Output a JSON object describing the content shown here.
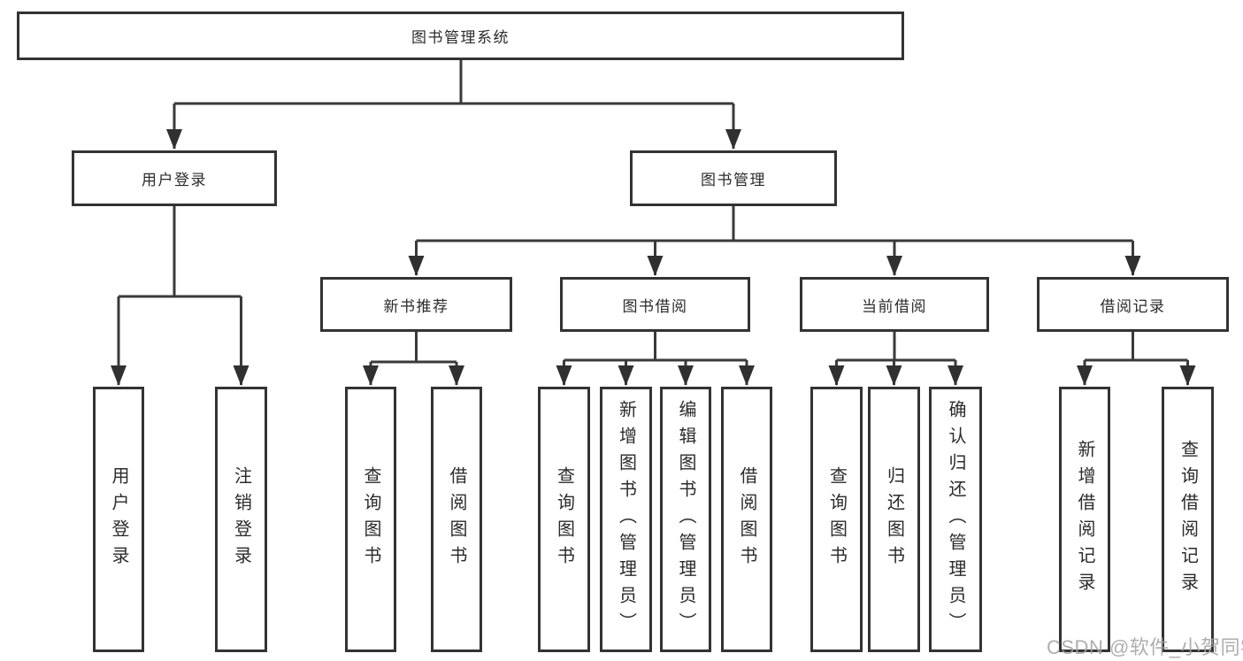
{
  "diagram_title": "图书管理系统",
  "watermark": "CSDN @软件_小贺同学",
  "colors": {
    "background": "#ffffff",
    "box_border": "#333333",
    "line": "#3a3a3a",
    "arrowhead": "#303030",
    "text": "#2b2b2b",
    "watermark": "#a3a3a3"
  },
  "tree": {
    "label": "图书管理系统",
    "children": [
      {
        "label": "用户登录",
        "children": [
          {
            "label": "用户登录"
          },
          {
            "label": "注销登录"
          }
        ]
      },
      {
        "label": "图书管理",
        "children": [
          {
            "label": "新书推荐",
            "children": [
              {
                "label": "查询图书"
              },
              {
                "label": "借阅图书"
              }
            ]
          },
          {
            "label": "图书借阅",
            "children": [
              {
                "label": "查询图书"
              },
              {
                "label": "新增图书（管理员）"
              },
              {
                "label": "编辑图书（管理员）"
              },
              {
                "label": "借阅图书"
              }
            ]
          },
          {
            "label": "当前借阅",
            "children": [
              {
                "label": "查询图书"
              },
              {
                "label": "归还图书"
              },
              {
                "label": "确认归还（管理员）"
              }
            ]
          },
          {
            "label": "借阅记录",
            "children": [
              {
                "label": "新增借阅记录"
              },
              {
                "label": "查询借阅记录"
              }
            ]
          }
        ]
      }
    ]
  }
}
